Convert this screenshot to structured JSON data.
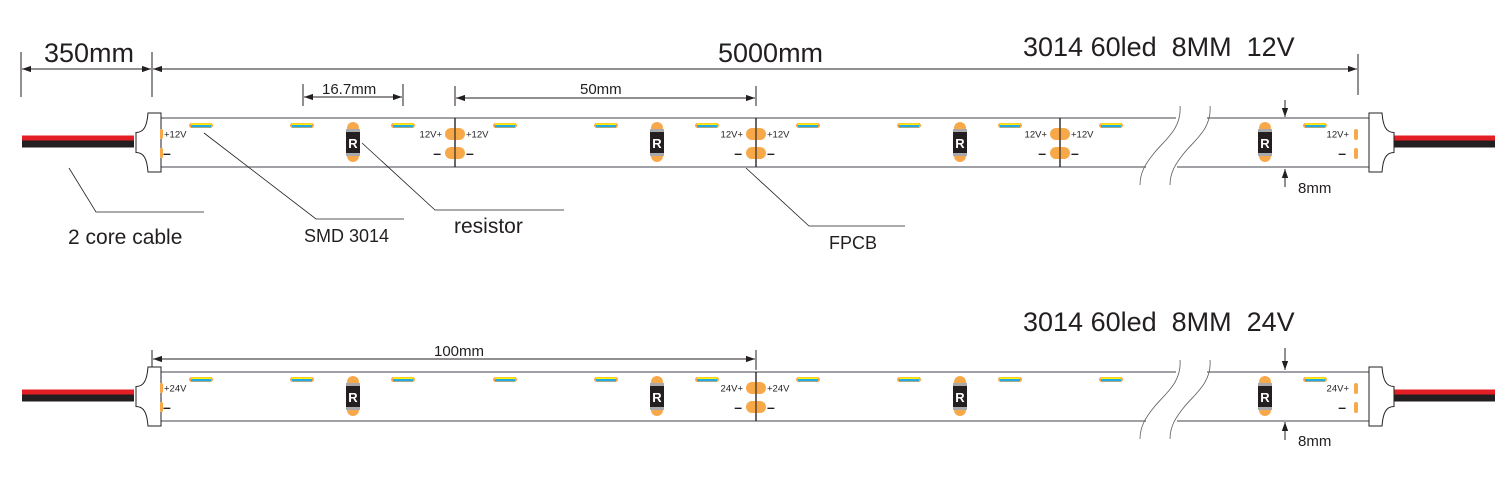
{
  "colors": {
    "wire_red": "#e31e24",
    "wire_black": "#231f20",
    "led_blue": "#27aae1",
    "led_yellow": "#fff200",
    "pad_orange": "#f7a94a",
    "resistor_body": "#231f20",
    "resistor_cap": "#a7a9ac",
    "strip_edge": "#808285",
    "line": "#231f20"
  },
  "dimensions": {
    "cable_length": "350mm",
    "strip_length": "5000mm",
    "led_pitch": "16.7mm",
    "cut_unit_12v": "50mm",
    "cut_unit_24v": "100mm",
    "strip_width_12v": "8mm",
    "strip_width_24v": "8mm"
  },
  "strips": [
    {
      "id": "12v",
      "title": "3014 60led  8MM  12V",
      "pad_plus_left": "+12V",
      "pad_plus_right": "12V+",
      "pad_minus": "–",
      "resistor_label": "R",
      "cut_unit": "50mm"
    },
    {
      "id": "24v",
      "title": "3014 60led  8MM  24V",
      "pad_plus_left": "+24V",
      "pad_plus_right": "24V+",
      "pad_minus": "–",
      "resistor_label": "R",
      "cut_unit": "100mm"
    }
  ],
  "callouts": {
    "cable": "2 core cable",
    "led": "SMD 3014",
    "resistor": "resistor",
    "pcb": "FPCB"
  }
}
